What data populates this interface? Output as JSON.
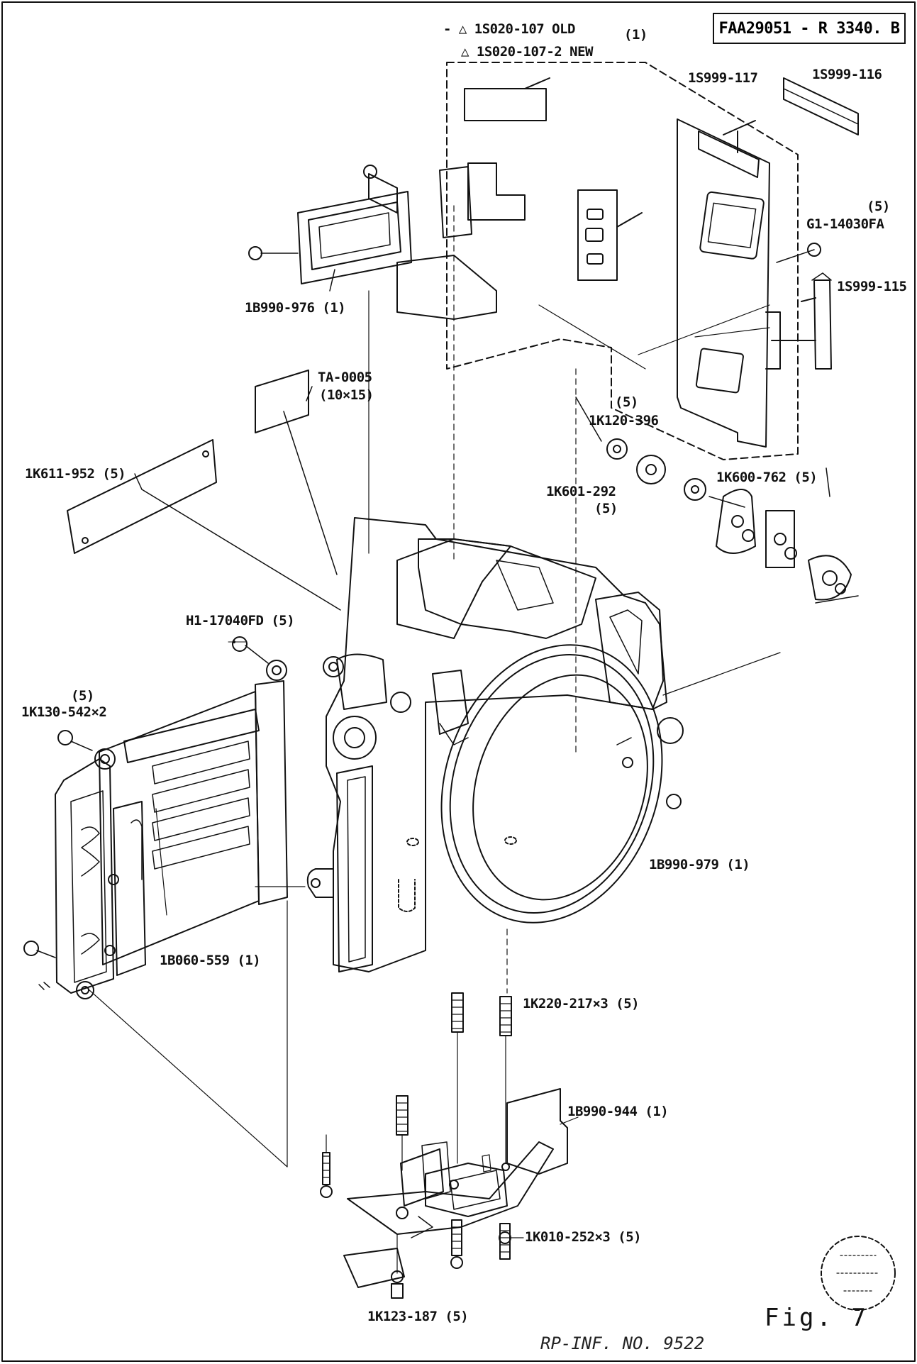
{
  "document": {
    "id": "FAA29051 - R 3340. B",
    "figure_label": "Fig. 7",
    "reference": "RP-INF. NO. 9522"
  },
  "parts": {
    "p_1s020_107": "- △ 1S020-107   OLD",
    "p_1s020_107_qty": "(1)",
    "p_1s020_107_2": "△ 1S020-107-2 NEW",
    "p_1s999_117": "1S999-117",
    "p_1s999_116": "1S999-116",
    "p_g1_qty": "(5)",
    "p_g1": "G1-14030FA",
    "p_1s999_115": "1S999-115",
    "p_1b990_976": "1B990-976 (1)",
    "p_ta0005": "TA-0005",
    "p_ta0005_size": "(10×15)",
    "p_1k120_qty": "(5)",
    "p_1k120": "1K120-396",
    "p_1k611": "1K611-952 (5)",
    "p_1k601": "1K601-292",
    "p_1k601_qty": "(5)",
    "p_1k600": "1K600-762 (5)",
    "p_h1": "H1-17040FD (5)",
    "p_1k130_qty": "(5)",
    "p_1k130": "1K130-542×2",
    "p_1b990_979": "1B990-979 (1)",
    "p_1b060": "1B060-559 (1)",
    "p_1k220": "1K220-217×3 (5)",
    "p_1b990_944": "1B990-944 (1)",
    "p_1k010": "1K010-252×3 (5)",
    "p_1k123": "1K123-187 (5)"
  }
}
